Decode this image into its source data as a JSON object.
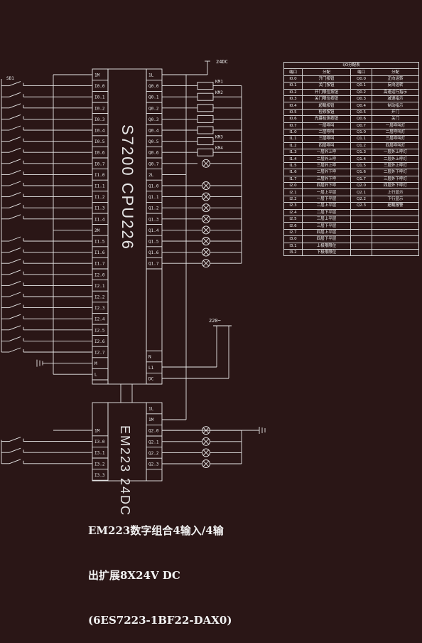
{
  "supply": {
    "dc": "24DC",
    "ac": "220~"
  },
  "switch_label": "SB1",
  "cpu": {
    "title": "S7200 CPU226",
    "left_terminals": [
      "1M",
      "I0.0",
      "I0.1",
      "I0.2",
      "I0.3",
      "I0.4",
      "I0.5",
      "I0.6",
      "I0.7",
      "I1.0",
      "I1.1",
      "I1.2",
      "I1.3",
      "I1.4",
      "2M",
      "I1.5",
      "I1.6",
      "I1.7",
      "I2.0",
      "I2.1",
      "I2.2",
      "I2.3",
      "I2.4",
      "I2.5",
      "I2.6",
      "I2.7",
      "M",
      "L"
    ],
    "right_terminals_top": [
      "1L",
      "Q0.0",
      "Q0.1",
      "Q0.2",
      "Q0.3",
      "Q0.4",
      "Q0.5",
      "Q0.6",
      "Q0.7",
      "2L",
      "Q1.0",
      "Q1.1",
      "Q1.2",
      "Q1.3",
      "Q1.4",
      "Q1.5",
      "Q1.6",
      "Q1.7"
    ],
    "right_terminals_bottom": [
      "N",
      "L1",
      "DC"
    ]
  },
  "relays": [
    "KM1",
    "KM2",
    "KM3",
    "KM4"
  ],
  "em": {
    "title": "EM223 24DC",
    "left_terminals": [
      "1M",
      "I3.0",
      "I3.1",
      "I3.2",
      "I3.3"
    ],
    "right_terminals": [
      "1L",
      "1M",
      "Q2.0",
      "Q2.1",
      "Q2.2",
      "Q2.3"
    ]
  },
  "note": {
    "line1": "EM223数字组合4输入/4输",
    "line2": "出扩展8X24V DC",
    "line3": "(6ES7223-1BF22-DAX0)"
  },
  "io_table": {
    "title": "I/O分配表",
    "headers": [
      "端口",
      "分配",
      "端口",
      "分配"
    ],
    "rows": [
      [
        "I0.0",
        "开门按钮",
        "Q0.0",
        "正向运转"
      ],
      [
        "I0.1",
        "关门按钮",
        "Q0.1",
        "反向运转"
      ],
      [
        "I0.2",
        "开门限位按钮",
        "Q0.2",
        "高速运行指示"
      ],
      [
        "I0.3",
        "关门限位按钮",
        "Q0.3",
        "减速指示"
      ],
      [
        "I0.4",
        "超载按钮",
        "Q0.4",
        "制动指示"
      ],
      [
        "I0.5",
        "检修按钮",
        "Q0.5",
        "开门"
      ],
      [
        "I0.6",
        "光幕检测按钮",
        "Q0.6",
        "关门"
      ],
      [
        "I0.7",
        "一层呼叫",
        "Q0.7",
        "一层呼叫灯"
      ],
      [
        "I1.0",
        "二层呼叫",
        "Q1.0",
        "二层呼叫灯"
      ],
      [
        "I1.1",
        "三层呼叫",
        "Q1.1",
        "三层呼叫灯"
      ],
      [
        "I1.2",
        "四层呼叫",
        "Q1.2",
        "四层呼叫灯"
      ],
      [
        "I1.3",
        "一层外上呼",
        "Q1.3",
        "一层外上呼灯"
      ],
      [
        "I1.4",
        "二层外上呼",
        "Q1.4",
        "二层外上呼灯"
      ],
      [
        "I1.5",
        "三层外上呼",
        "Q1.5",
        "三层外上呼灯"
      ],
      [
        "I1.6",
        "二层外下呼",
        "Q1.6",
        "二层外下呼灯"
      ],
      [
        "I1.7",
        "三层外下呼",
        "Q1.7",
        "三层外下呼灯"
      ],
      [
        "I2.0",
        "四层外下呼",
        "Q2.0",
        "四层外下呼灯"
      ],
      [
        "I2.1",
        "一层上平层",
        "Q2.1",
        "上行显示"
      ],
      [
        "I2.2",
        "一层下平层",
        "Q2.2",
        "下行显示"
      ],
      [
        "I2.3",
        "二层上平层",
        "Q2.3",
        "超载报警"
      ],
      [
        "I2.4",
        "二层下平层",
        "",
        ""
      ],
      [
        "I2.5",
        "三层上平层",
        "",
        ""
      ],
      [
        "I2.6",
        "三层下平层",
        "",
        ""
      ],
      [
        "I2.7",
        "四层上平层",
        "",
        ""
      ],
      [
        "I3.0",
        "四层下平层",
        "",
        ""
      ],
      [
        "I3.1",
        "上极限限位",
        "",
        ""
      ],
      [
        "I3.2",
        "下极限限位",
        "",
        ""
      ]
    ]
  }
}
